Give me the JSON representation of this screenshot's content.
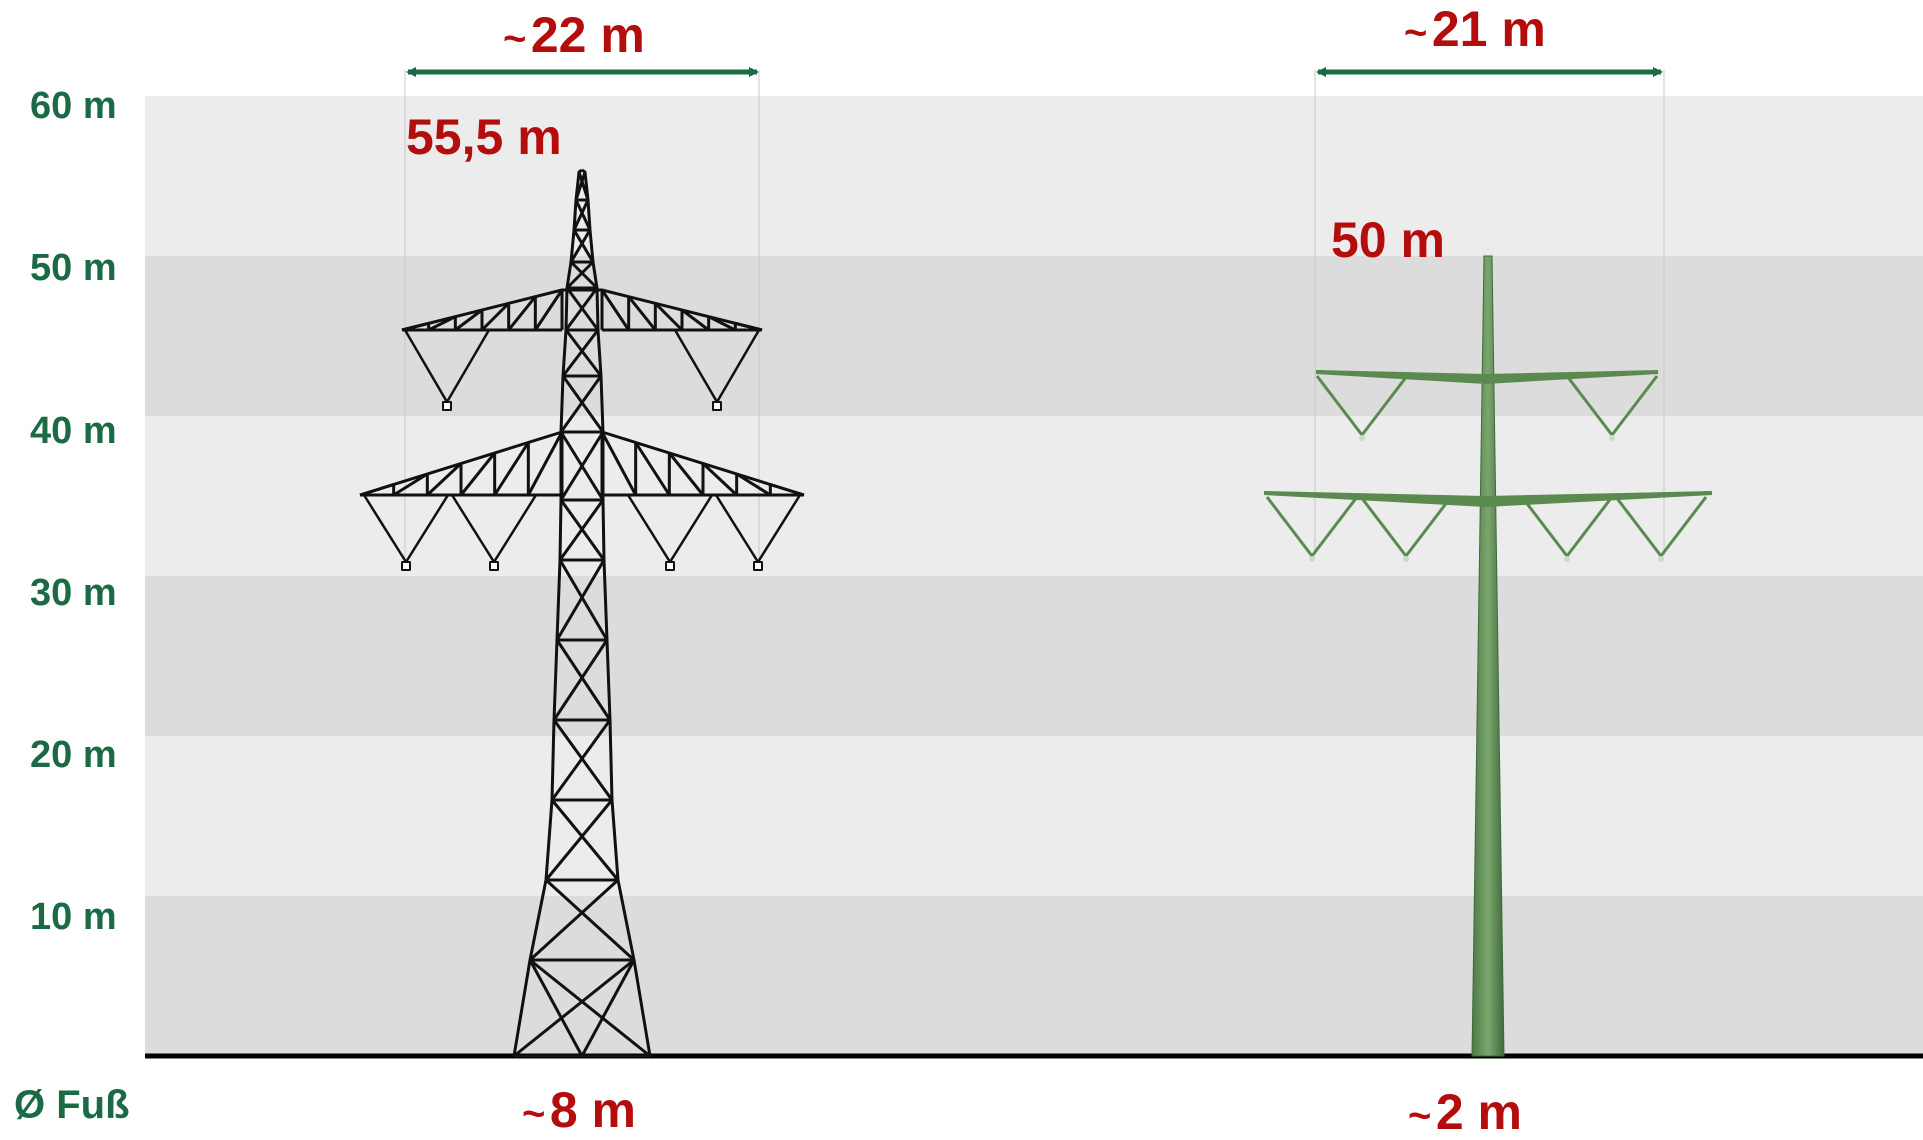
{
  "y_axis": {
    "ticks": [
      "60 m",
      "50 m",
      "40 m",
      "30 m",
      "20 m",
      "10 m"
    ],
    "footer_label": "Ø Fuß"
  },
  "towers": [
    {
      "id": "lattice",
      "style": "steel lattice tower",
      "color": "#111111",
      "height_label": "55,5 m",
      "height_m": 55.5,
      "width_label": "~ 22 m",
      "width_tilde": "~",
      "width_value": "22 m",
      "foot_tilde": "~",
      "foot_value": "8 m"
    },
    {
      "id": "monopole",
      "style": "monopole tower",
      "color": "#5a8a50",
      "height_label": "50 m",
      "height_m": 50,
      "width_tilde": "~",
      "width_value": "21 m",
      "foot_tilde": "~",
      "foot_value": "2 m"
    }
  ],
  "colors": {
    "axis_green": "#1a6b45",
    "value_red": "#b40d0d",
    "band_light": "#ececec",
    "band_dark": "#dcdcdc"
  }
}
